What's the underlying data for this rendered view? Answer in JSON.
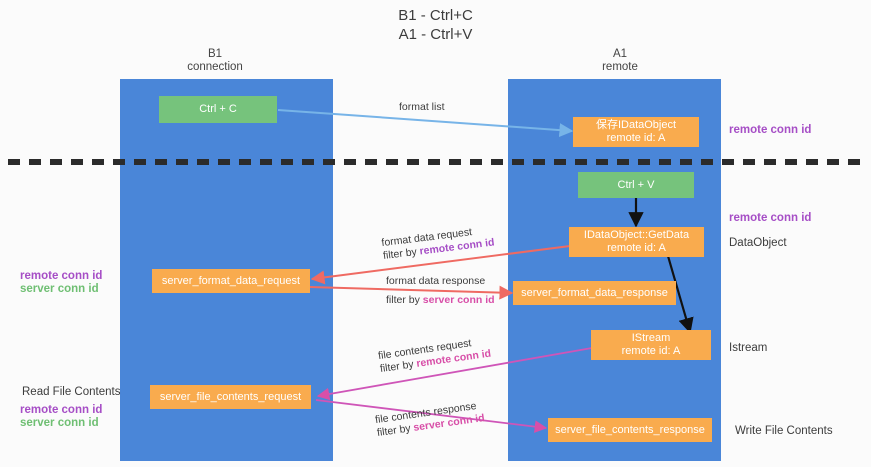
{
  "title": {
    "line1": "B1 - Ctrl+C",
    "line2": "A1 - Ctrl+V"
  },
  "columns": [
    {
      "name": "B1",
      "sub": "connection"
    },
    {
      "name": "A1",
      "sub": "remote"
    }
  ],
  "boxes": {
    "ctrl_c": "Ctrl + C",
    "ctrl_v": "Ctrl + V",
    "save_idataobject_l1": "保存IDataObject",
    "save_idataobject_l2": "remote id: A",
    "getdata_l1": "IDataObject::GetData",
    "getdata_l2": "remote id: A",
    "istream_l1": "IStream",
    "istream_l2": "remote id: A",
    "server_format_data_request": "server_format_data_request",
    "server_format_data_response": "server_format_data_response",
    "server_file_contents_request": "server_file_contents_request",
    "server_file_contents_response": "server_file_contents_response"
  },
  "edges": {
    "format_list": "format list",
    "format_data_request": "format data request",
    "format_data_request_filter_prefix": "filter by ",
    "format_data_request_filter_key": "remote conn id",
    "format_data_response": "format data response",
    "format_data_response_filter_prefix": "filter by ",
    "format_data_response_filter_key": "server conn id",
    "file_contents_request": "file contents request",
    "file_contents_request_filter_prefix": "filter by ",
    "file_contents_request_filter_key": "remote conn id",
    "file_contents_response": "file contents response",
    "file_contents_response_filter_prefix": "filter by ",
    "file_contents_response_filter_key": "server conn id"
  },
  "right_labels": {
    "remote_conn_id_top": "remote conn id",
    "remote_conn_id_mid": "remote conn id",
    "dataobject": "DataObject",
    "istream": "Istream",
    "write_file_contents": "Write File Contents"
  },
  "left_labels": {
    "remote_conn_id_mid": "remote conn id",
    "server_conn_id_mid": "server conn id",
    "read_file_contents": "Read File Contents",
    "remote_conn_id_bottom": "remote conn id",
    "server_conn_id_bottom": "server conn id"
  },
  "colors": {
    "lane": "#4a86d8",
    "box_orange": "#f9ab4e",
    "box_green": "#76c37c",
    "purple": "#a64ec6",
    "green_text": "#6fbf73",
    "magenta": "#d84fa8",
    "arrow_blue": "#77b4e8",
    "arrow_red": "#ef6a62",
    "arrow_black": "#111111",
    "divider": "#2b2b2b"
  }
}
